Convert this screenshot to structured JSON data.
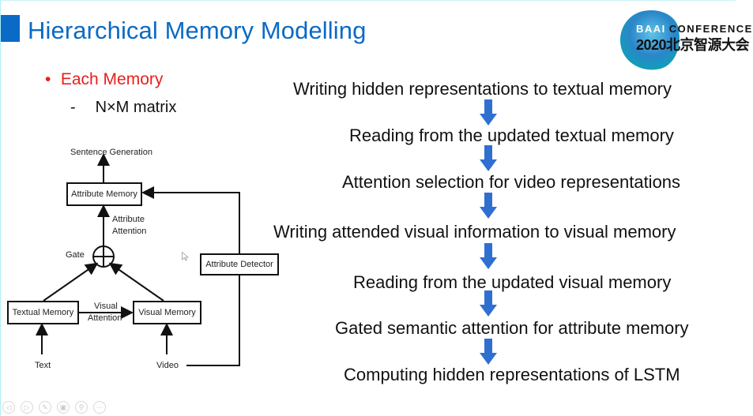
{
  "slide": {
    "title": "Hierarchical Memory Modelling",
    "accent_color": "#0a6ac6",
    "logo": {
      "line1_brand": "BAAI",
      "line1_text": "CONFERENCE",
      "line2_text": "2020北京智源大会"
    },
    "bullet": {
      "marker": "•",
      "text": "Each Memory",
      "color": "#e8201d"
    },
    "subbullet": {
      "marker": "-",
      "text": "N×M matrix"
    },
    "diagram": {
      "top_label": "Sentence Generation",
      "attribute_memory": "Attribute Memory",
      "attribute_attention_line1": "Attribute",
      "attribute_attention_line2": "Attention",
      "gate_label": "Gate",
      "attribute_detector": "Attribute Detector",
      "textual_memory": "Textual Memory",
      "visual_attention_line1": "Visual",
      "visual_attention_line2": "Attention",
      "visual_memory": "Visual Memory",
      "text_input": "Text",
      "video_input": "Video"
    },
    "steps": [
      "Writing hidden representations to textual memory",
      "Reading from the updated textual memory",
      "Attention selection for video representations",
      "Writing attended visual information to visual memory",
      "Reading from the updated visual memory",
      "Gated semantic attention for attribute memory",
      "Computing hidden representations of LSTM"
    ],
    "arrow_color": "#2f6fd0"
  },
  "player_controls": [
    {
      "name": "previous",
      "glyph": "◁"
    },
    {
      "name": "next",
      "glyph": "▷"
    },
    {
      "name": "pen",
      "glyph": "✎"
    },
    {
      "name": "slides",
      "glyph": "▣"
    },
    {
      "name": "zoom",
      "glyph": "⚲"
    },
    {
      "name": "more",
      "glyph": "···"
    }
  ]
}
